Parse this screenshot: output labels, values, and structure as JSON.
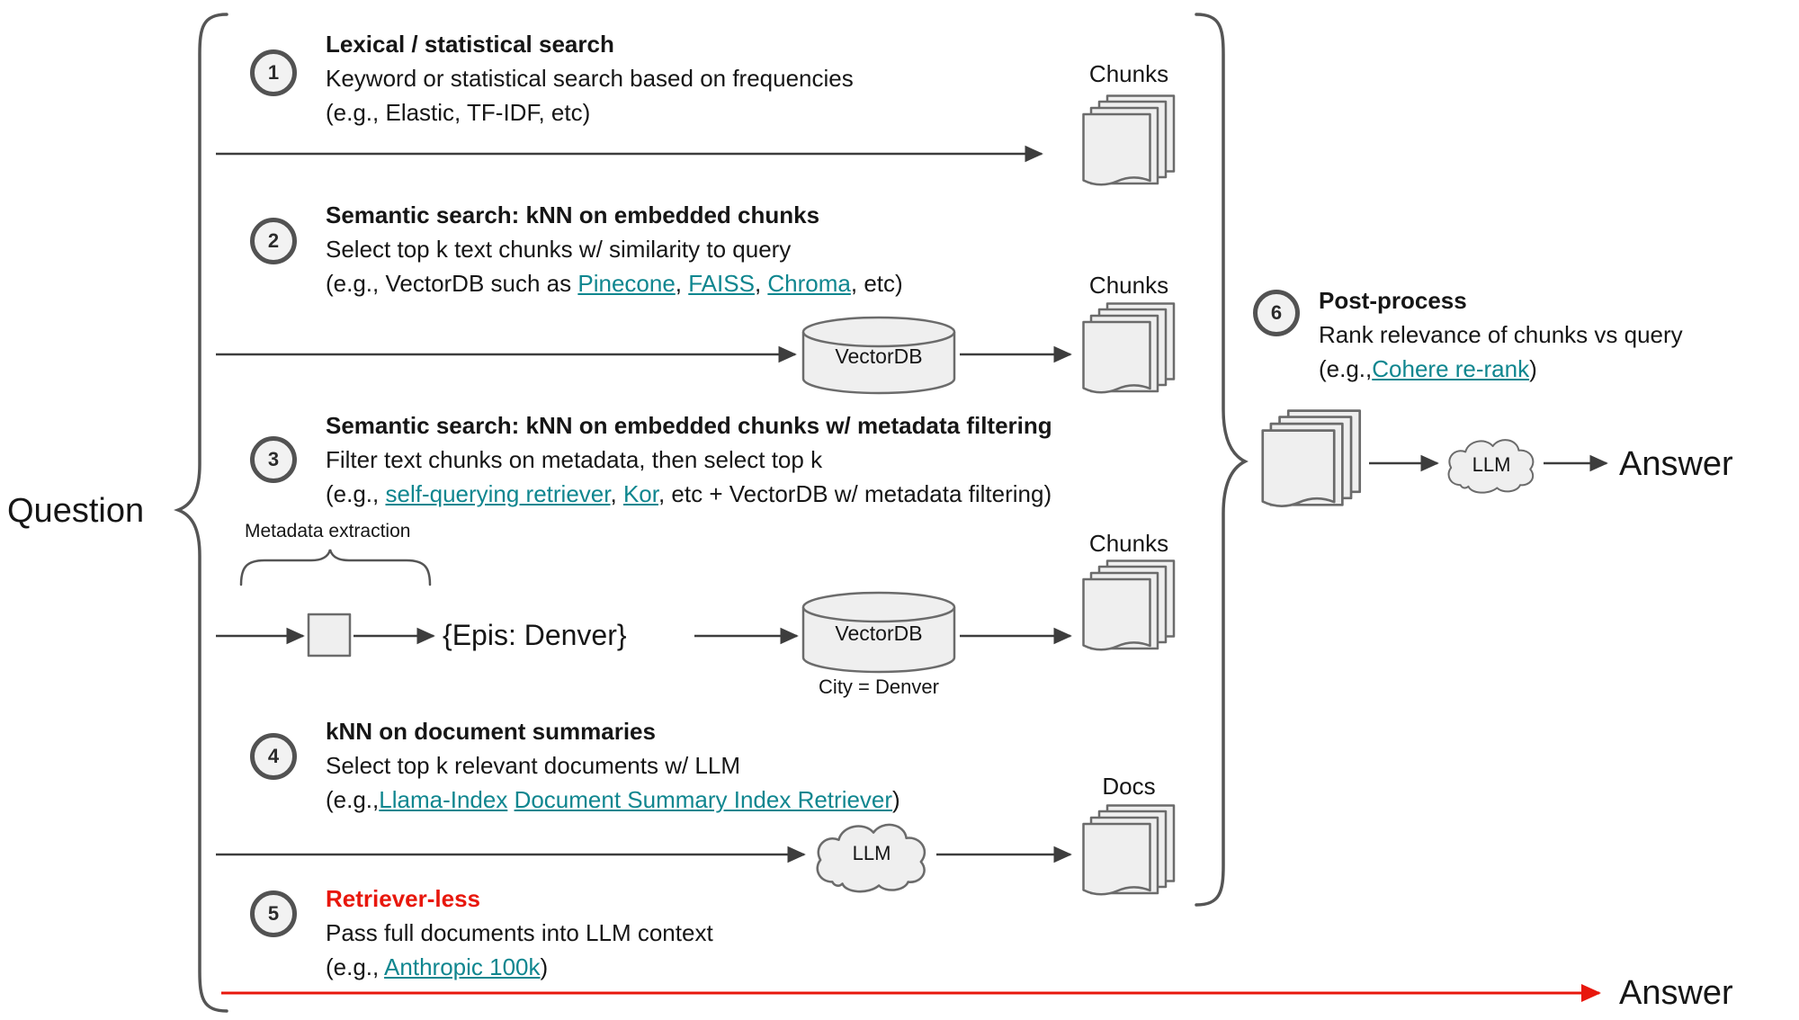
{
  "colors": {
    "link": "#0f868f",
    "red": "#e8170c",
    "ink": "#161616",
    "shape-stroke": "#6b6b6b",
    "shape-fill": "#efefef"
  },
  "question_label": "Question",
  "answer_bottom_label": "Answer",
  "methods": [
    {
      "num": "1",
      "title": "Lexical / statistical search",
      "desc": "Keyword or statistical search based on frequencies",
      "example": {
        "pre": "(e.g., Elastic, TF-IDF, etc)"
      },
      "output_label": "Chunks"
    },
    {
      "num": "2",
      "title": "Semantic search: kNN on embedded chunks",
      "desc": "Select top k text chunks w/ similarity to query",
      "example": {
        "pre": "(e.g., VectorDB such as ",
        "link1": "Pinecone",
        "sep1": ", ",
        "link2": "FAISS",
        "sep2": ", ",
        "link3": "Chroma",
        "post": ", etc)"
      },
      "db_label": "VectorDB",
      "output_label": "Chunks"
    },
    {
      "num": "3",
      "title": "Semantic search: kNN on embedded chunks w/ metadata filtering",
      "desc": "Filter text chunks on metadata, then select top k",
      "example": {
        "pre": "(e.g., ",
        "link1": "self-querying retriever",
        "sep1": ", ",
        "link2": "Kor",
        "post": ", etc + VectorDB w/ metadata filtering)"
      },
      "metadata_label": "Metadata extraction",
      "extracted_query": "{Epis: Denver}",
      "db_label": "VectorDB",
      "db_caption": "City = Denver",
      "output_label": "Chunks"
    },
    {
      "num": "4",
      "title": "kNN on document summaries",
      "desc": "Select top k relevant documents w/ LLM",
      "example": {
        "pre": "(e.g.,",
        "link1": "Llama-Index",
        "sep1": " ",
        "link2": "Document Summary Index Retriever",
        "post": ")"
      },
      "llm_label": "LLM",
      "output_label": "Docs"
    },
    {
      "num": "5",
      "title": "Retriever-less",
      "desc": "Pass full documents into LLM context",
      "example": {
        "pre": "(e.g., ",
        "link1": "Anthropic 100k",
        "post": ")"
      }
    }
  ],
  "postprocess": {
    "num": "6",
    "title": "Post-process",
    "desc": "Rank relevance of chunks vs query",
    "example": {
      "pre": "(e.g.,",
      "link1": "Cohere re-rank",
      "post": ")"
    },
    "llm_label": "LLM",
    "answer_label": "Answer"
  }
}
